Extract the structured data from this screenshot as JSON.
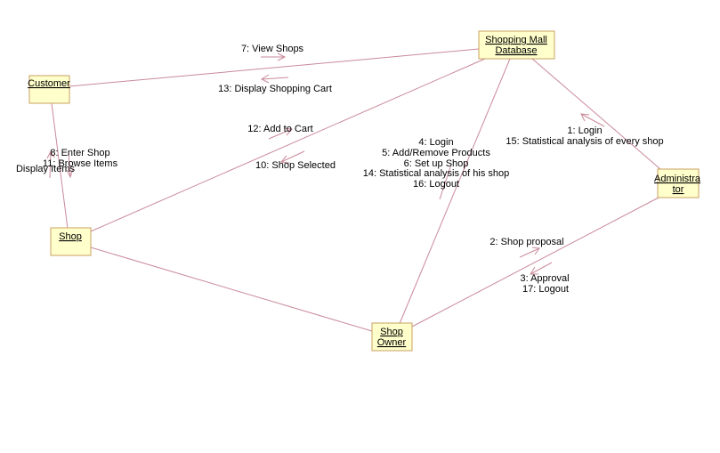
{
  "colors": {
    "background": "#ffffff",
    "node_fill": "#ffffcc",
    "node_border": "#c8a060",
    "link": "#c98a9a",
    "text": "#000000"
  },
  "nodes": {
    "customer": "Customer",
    "database": [
      "Shopping Mall",
      "Database"
    ],
    "admin": [
      "Administra",
      "tor"
    ],
    "shop": "Shop",
    "owner": [
      "Shop",
      "Owner"
    ]
  },
  "messages": {
    "view_shops": "7: View Shops",
    "display_cart": "13: Display Shopping Cart",
    "add_to_cart": "12: Add to Cart",
    "shop_selected": "10: Shop Selected",
    "enter_shop": "8: Enter Shop",
    "browse_items": "11: Browse Items",
    "display_items": "Display Items",
    "owner_msgs": [
      "4: Login",
      "5: Add/Remove Products",
      "6: Set up Shop",
      "14: Statistical analysis of his shop",
      "16: Logout"
    ],
    "admin_msgs": [
      "1: Login",
      "15: Statistical analysis of every shop"
    ],
    "shop_proposal": "2: Shop proposal",
    "approval_msgs": [
      "3: Approval",
      "17: Logout"
    ]
  }
}
